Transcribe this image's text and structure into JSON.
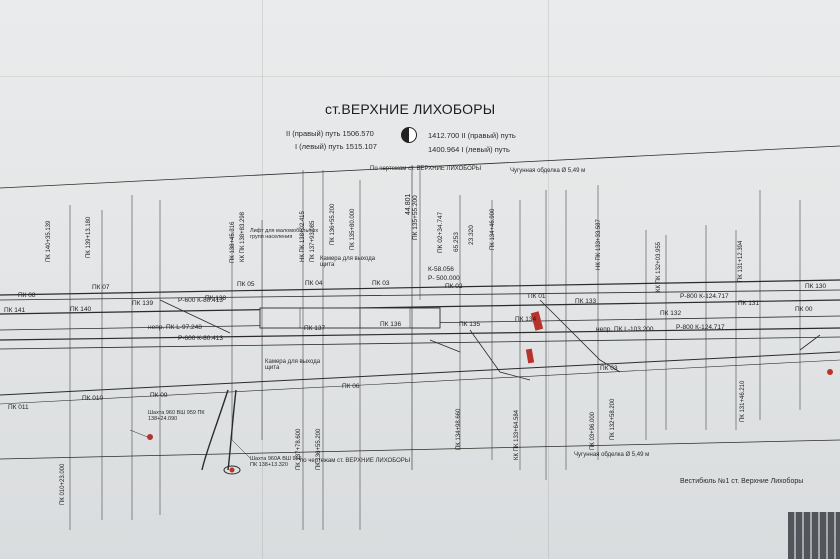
{
  "title": "ст.ВЕРХНИЕ ЛИХОБОРЫ",
  "distances": {
    "left_line1": "II (правый) путь 1506.570",
    "left_line2": "I (левый) путь 1515.107",
    "right_line1": "1412.700 II (правый) путь",
    "right_line2": "1400.964 I (левый) путь"
  },
  "notes": {
    "drawing_ref_top": "По чертежам ст. ВЕРХНИЕ ЛИХОБОРЫ",
    "drawing_ref_bottom": "по чертежам ст. ВЕРХНИЕ ЛИХОБОРЫ",
    "tube_top": "Чугунная обделка Ø 5,49 м",
    "tube_bottom": "Чугунная обделка Ø 5,49 м",
    "vestibule": "Вестибюль №1 ст. Верхние Лихоборы",
    "camera_top": "Камера для выхода щита",
    "camera_bottom": "Камера для выхода щита",
    "lift": "Лифт для маломобильных групп населения",
    "shaft_960": "Шахта 960 ВШ 959 ПК 138+24.090",
    "shaft_960a": "Шахта 960А ВШ 956 ПК 138+13.320"
  },
  "pickets": {
    "pk141": "ПК 141",
    "pk140": "ПК 140",
    "pk139": "ПК 139",
    "pk138": "ПК 138",
    "pk137": "ПК 137",
    "pk136": "ПК 136",
    "pk135": "ПК 135",
    "pk134": "ПК 134",
    "pk133": "ПК 133",
    "pk132": "ПК 132",
    "pk131": "ПК 131",
    "pk130": "ПК 130",
    "pk08": "ПК 08",
    "pk07": "ПК 07",
    "pk05": "ПК 05",
    "pk04": "ПК 04",
    "pk03": "ПК 03",
    "pk02": "ПК 02",
    "pk01": "ПК 01",
    "pk00": "ПК 00",
    "pk011": "ПК 011",
    "pk010": "ПК 010",
    "pk09": "ПК 09",
    "pk06": "ПК 06",
    "pk03b": "ПК 03"
  },
  "curves": {
    "r600_top": "Р-600 К-80.413",
    "r600_bottom": "Р-600 К-80.413",
    "r800_top": "Р-800  К-124.717",
    "r800_bottom": "Р-800 К-124.717",
    "k58": "К-58.056",
    "r500": "Р- 500.000",
    "nepr_left": "непр. ПК L-97.248",
    "nepr_right": "непр. ПК L-103.200"
  },
  "vertical_labels": [
    "ПК 138+45.316",
    "КК ПК 138+83.298",
    "НК ПК 138+02.415",
    "ПК 137+93.085",
    "ПК 136+55.200",
    "ПК 135+80.000",
    "ПК 134+46.900",
    "НК ПК 133+33.587",
    "КК ПК 132+03.955",
    "ПК 131+12.394",
    "ПК 140+35.139",
    "ПК 139+13.180",
    "ПК 010+23.000",
    "ПК 137+78.600",
    "ПК 136+55.200",
    "ПК 134+98.660",
    "КК ПК 133+64.584",
    "ПК 03+96.000",
    "ПК 132+58.200",
    "ПК 131+46.210"
  ],
  "tall_labels": {
    "top_center": "44.801",
    "pk1354": "ПК 135+55.200",
    "camera_pk": "ПК 02+34.747",
    "val_65": "65.253",
    "val_23": "23.320"
  }
}
